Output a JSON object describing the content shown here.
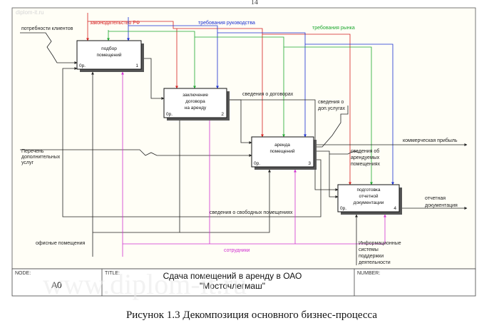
{
  "page_number": "14",
  "watermark_small": "diplom-it.ru",
  "watermark_big": "www.diplom-it.ru",
  "blocks": [
    {
      "lines": [
        "подбор",
        "помещений"
      ],
      "cost": "0р.",
      "num": "1"
    },
    {
      "lines": [
        "заключение",
        "договора",
        "на аренду"
      ],
      "cost": "0р.",
      "num": "2"
    },
    {
      "lines": [
        "аренда",
        "помещений"
      ],
      "cost": "0р.",
      "num": "3"
    },
    {
      "lines": [
        "подготовка",
        "отчетной",
        "документации"
      ],
      "cost": "0р.",
      "num": "4"
    }
  ],
  "arrows": {
    "needs": "потребности клиентов",
    "law": "законодательство РФ",
    "management": "требования руководства",
    "market": "требования рынка",
    "contracts_info": "сведения о договорах",
    "extra_services_info": [
      "сведения о",
      "доп.услугах"
    ],
    "extra_list": [
      "Перечень",
      "дополнительных",
      "услуг"
    ],
    "profit": "коммерческая прибыль",
    "leased_info": [
      "сведения об",
      "арендуемых",
      "помещениях"
    ],
    "report_docs": [
      "отчетная",
      "документация"
    ],
    "free_rooms_info": "сведения о свободных помещениях",
    "office_rooms": "офисные помещения",
    "staff": "сотрудники",
    "info_systems": [
      "Информационные",
      "системы",
      "поддержки",
      "деятельности"
    ]
  },
  "frame": {
    "node_label": "NODE:",
    "node_value": "A0",
    "title_label": "TITLE:",
    "title_lines": [
      "Сдача помещений  в аренду в  ОАО",
      "\"Мосточлегмаш\""
    ],
    "number_label": "NUMBER:"
  },
  "caption": "Рисунок 1.3 Декомпозиция основного бизнес-процесса",
  "colors": {
    "background": "#fffef6",
    "law": "#d42020",
    "management": "#1a2fd0",
    "market": "#1fa830",
    "staff": "#d030d0",
    "default": "#222222"
  }
}
